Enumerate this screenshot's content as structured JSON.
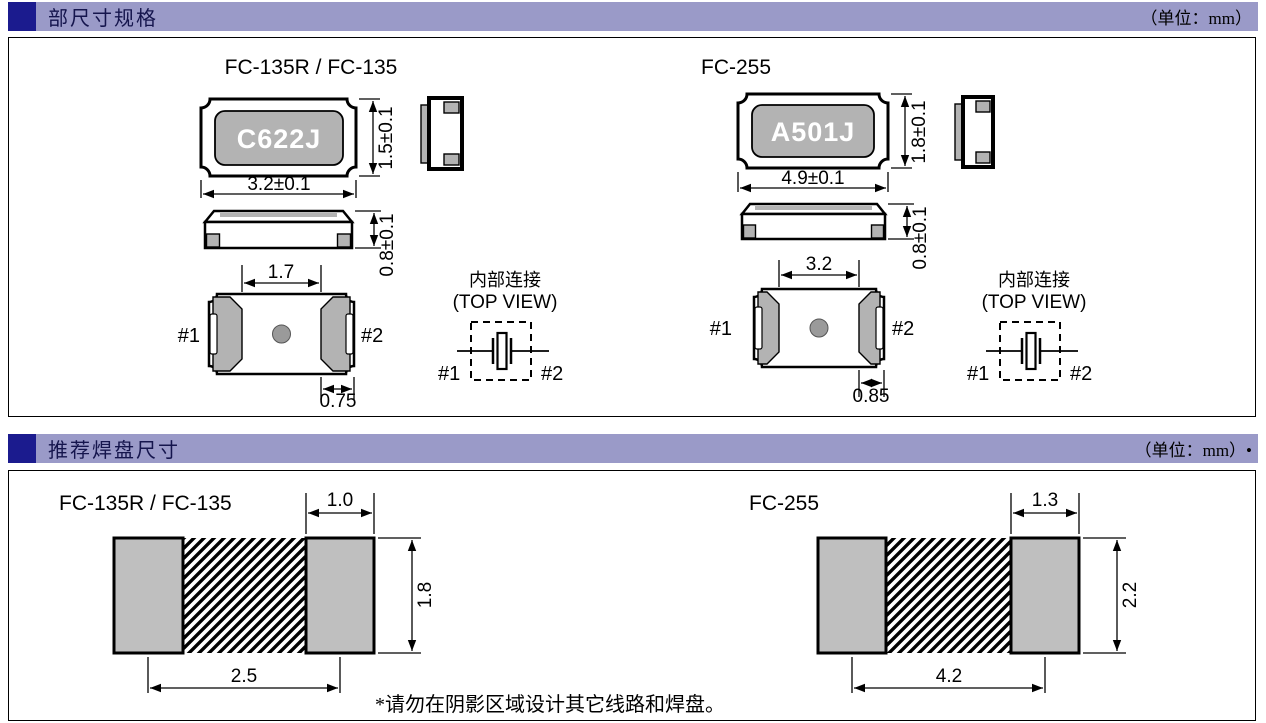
{
  "section1": {
    "header": {
      "title": "部尺寸规格",
      "unit": "（单位：mm）"
    },
    "fc135": {
      "title": "FC-135R / FC-135",
      "marking": "C622J",
      "dim_body_width": "3.2±0.1",
      "dim_body_height": "1.5±0.1",
      "dim_thickness": "0.8±0.1",
      "dim_pad_span": "1.7",
      "dim_pad_width": "0.75",
      "pin1": "#1",
      "pin2": "#2",
      "conn": {
        "title": "内部连接",
        "subtitle": "(TOP VIEW)",
        "pin1": "#1",
        "pin2": "#2"
      }
    },
    "fc255": {
      "title": "FC-255",
      "marking": "A501J",
      "dim_body_width": "4.9±0.1",
      "dim_body_height": "1.8±0.1",
      "dim_thickness": "0.8±0.1",
      "dim_pad_span": "3.2",
      "dim_pad_width": "0.85",
      "pin1": "#1",
      "pin2": "#2",
      "conn": {
        "title": "内部连接",
        "subtitle": "(TOP VIEW)",
        "pin1": "#1",
        "pin2": "#2"
      }
    }
  },
  "section2": {
    "header": {
      "title": "推荐焊盘尺寸",
      "unit": "（单位：mm）•"
    },
    "fc135": {
      "title": "FC-135R / FC-135",
      "pad_width": "1.0",
      "pad_height": "1.8",
      "pad_pitch": "2.5"
    },
    "fc255": {
      "title": "FC-255",
      "pad_width": "1.3",
      "pad_height": "2.2",
      "pad_pitch": "4.2"
    },
    "footnote": "*请勿在阴影区域设计其它线路和焊盘。"
  },
  "colors": {
    "header_bar": "#9a9ac8",
    "header_block": "#1b1b8e",
    "package_gray": "#b3b3b3",
    "pad_gray": "#bfbfbf"
  }
}
